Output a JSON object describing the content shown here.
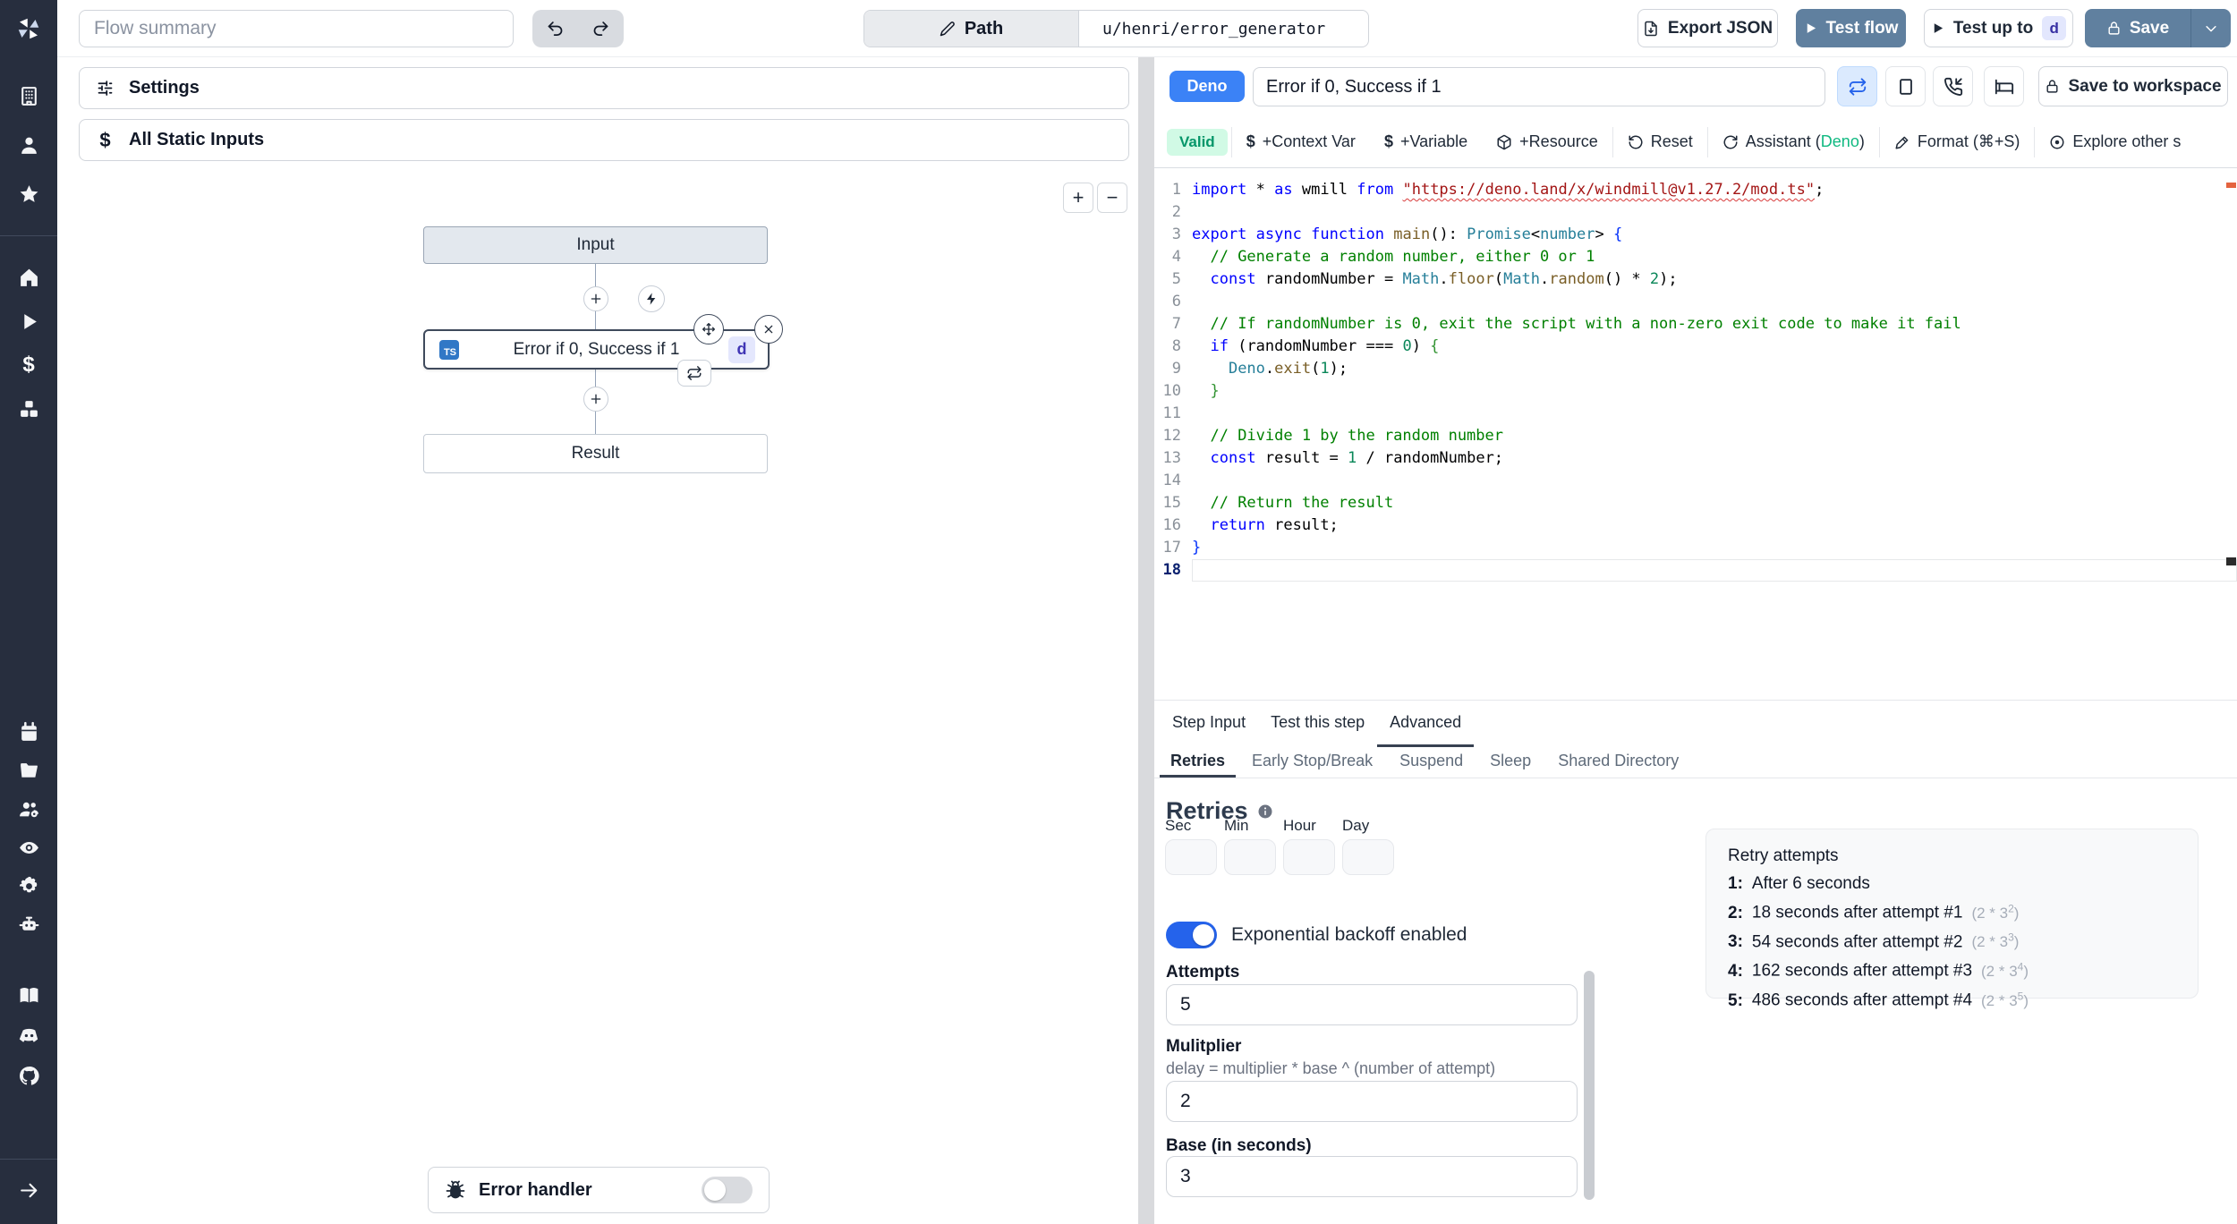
{
  "colors": {
    "sidebar_bg": "#272e3e",
    "primary_button": "#60809f",
    "deno_badge": "#3b82f6",
    "valid_bg": "#d1fae5",
    "valid_text": "#059669",
    "toggle_on": "#2563eb",
    "ts_badge": "#3178c6",
    "d_badge_bg": "#e3e7fd",
    "d_badge_text": "#3730a3",
    "assistant_lang_green": "#10b981"
  },
  "topbar": {
    "flow_summary_placeholder": "Flow summary",
    "path": {
      "label": "Path",
      "value": "u/henri/error_generator"
    },
    "buttons": {
      "export_json": "Export JSON",
      "test_flow": "Test flow",
      "test_up_to": "Test up to",
      "test_up_to_badge": "d",
      "save": "Save"
    }
  },
  "sidebar": {
    "groups": [
      [
        "building-icon",
        "user-icon",
        "star-icon"
      ],
      [
        "home-icon",
        "play-icon",
        "dollar-icon",
        "cubes-icon"
      ],
      [
        "calendar-icon",
        "folder-icon",
        "user-group-icon",
        "eye-icon",
        "gear-icon",
        "robot-icon"
      ],
      [
        "book-icon",
        "discord-icon",
        "github-icon"
      ]
    ],
    "expand_icon": "arrow-right-icon"
  },
  "flow_panel": {
    "settings_label": "Settings",
    "static_inputs_label": "All Static Inputs",
    "zoom_in": "+",
    "zoom_out": "−",
    "nodes": {
      "input": "Input",
      "step_lang_badge": "TS",
      "step_label": "Error if 0, Success if 1",
      "step_suffix_badge": "d",
      "result": "Result"
    },
    "error_handler_label": "Error handler"
  },
  "editor": {
    "lang_badge": "Deno",
    "step_name": "Error if 0, Success if 1",
    "save_to_workspace": "Save to workspace",
    "toolbar": {
      "valid": "Valid",
      "items": [
        {
          "icon": "dollar",
          "label": "+Context Var"
        },
        {
          "icon": "dollar",
          "label": "+Variable"
        },
        {
          "icon": "package-icon",
          "label": "+Resource"
        },
        {
          "icon": "reset-icon",
          "label": "Reset"
        },
        {
          "icon": "refresh-icon",
          "label": "Assistant (",
          "lang": "Deno",
          "close": ")"
        },
        {
          "icon": "brush-icon",
          "label": "Format (⌘+S)"
        },
        {
          "icon": "explore-icon",
          "label": "Explore other s"
        }
      ]
    },
    "code": {
      "active_line": 18,
      "lines": [
        [
          [
            "kw",
            "import"
          ],
          [
            "pl",
            " * "
          ],
          [
            "kw",
            "as"
          ],
          [
            "pl",
            " wmill "
          ],
          [
            "kw",
            "from"
          ],
          [
            "pl",
            " "
          ],
          [
            "se",
            "\"https://deno.land/x/windmill@v1.27.2/mod.ts\""
          ],
          [
            "pl",
            ";"
          ]
        ],
        [],
        [
          [
            "kw",
            "export"
          ],
          [
            "pl",
            " "
          ],
          [
            "kw",
            "async"
          ],
          [
            "pl",
            " "
          ],
          [
            "kw",
            "function"
          ],
          [
            "pl",
            " "
          ],
          [
            "fn",
            "main"
          ],
          [
            "pl",
            "(): "
          ],
          [
            "ty",
            "Promise"
          ],
          [
            "pl",
            "<"
          ],
          [
            "ty",
            "number"
          ],
          [
            "pl",
            "> "
          ],
          [
            "b1",
            "{"
          ]
        ],
        [
          [
            "pl",
            "  "
          ],
          [
            "co",
            "// Generate a random number, either 0 or 1"
          ]
        ],
        [
          [
            "pl",
            "  "
          ],
          [
            "kw",
            "const"
          ],
          [
            "pl",
            " randomNumber = "
          ],
          [
            "ty",
            "Math"
          ],
          [
            "pl",
            "."
          ],
          [
            "fn",
            "floor"
          ],
          [
            "pl",
            "("
          ],
          [
            "ty",
            "Math"
          ],
          [
            "pl",
            "."
          ],
          [
            "fn",
            "random"
          ],
          [
            "pl",
            "() * "
          ],
          [
            "nu",
            "2"
          ],
          [
            "pl",
            ");"
          ]
        ],
        [],
        [
          [
            "pl",
            "  "
          ],
          [
            "co",
            "// If randomNumber is 0, exit the script with a non-zero exit code to make it fail"
          ]
        ],
        [
          [
            "pl",
            "  "
          ],
          [
            "kw",
            "if"
          ],
          [
            "pl",
            " (randomNumber === "
          ],
          [
            "nu",
            "0"
          ],
          [
            "pl",
            ") "
          ],
          [
            "b2",
            "{"
          ]
        ],
        [
          [
            "pl",
            "    "
          ],
          [
            "ty",
            "Deno"
          ],
          [
            "pl",
            "."
          ],
          [
            "fn",
            "exit"
          ],
          [
            "pl",
            "("
          ],
          [
            "nu",
            "1"
          ],
          [
            "pl",
            ");"
          ]
        ],
        [
          [
            "pl",
            "  "
          ],
          [
            "b2",
            "}"
          ]
        ],
        [],
        [
          [
            "pl",
            "  "
          ],
          [
            "co",
            "// Divide 1 by the random number"
          ]
        ],
        [
          [
            "pl",
            "  "
          ],
          [
            "kw",
            "const"
          ],
          [
            "pl",
            " result = "
          ],
          [
            "nu",
            "1"
          ],
          [
            "pl",
            " / randomNumber;"
          ]
        ],
        [],
        [
          [
            "pl",
            "  "
          ],
          [
            "co",
            "// Return the result"
          ]
        ],
        [
          [
            "pl",
            "  "
          ],
          [
            "kw",
            "return"
          ],
          [
            "pl",
            " result;"
          ]
        ],
        [
          [
            "b1",
            "}"
          ]
        ],
        []
      ]
    }
  },
  "panel_tabs": {
    "tabs": [
      "Step Input",
      "Test this step",
      "Advanced"
    ],
    "active": 2,
    "sub_tabs": [
      "Retries",
      "Early Stop/Break",
      "Suspend",
      "Sleep",
      "Shared Directory"
    ],
    "sub_active": 0
  },
  "retries": {
    "title": "Retries",
    "time_labels": [
      "Sec",
      "Min",
      "Hour",
      "Day"
    ],
    "toggle_label": "Exponential backoff enabled",
    "toggle_enabled": true,
    "attempts_label": "Attempts",
    "attempts_value": "5",
    "multiplier_label": "Mulitplier",
    "multiplier_desc": "delay = multiplier * base ^ (number of attempt)",
    "multiplier_value": "2",
    "base_label": "Base (in seconds)",
    "base_value": "3"
  },
  "retry_attempts": {
    "title": "Retry attempts",
    "items": [
      {
        "n": "1:",
        "text": "After 6 seconds"
      },
      {
        "n": "2:",
        "text": "18 seconds after attempt #1",
        "formula": "(2 * 3",
        "exp": "2",
        "close": ")"
      },
      {
        "n": "3:",
        "text": "54 seconds after attempt #2",
        "formula": "(2 * 3",
        "exp": "3",
        "close": ")"
      },
      {
        "n": "4:",
        "text": "162 seconds after attempt #3",
        "formula": "(2 * 3",
        "exp": "4",
        "close": ")"
      },
      {
        "n": "5:",
        "text": "486 seconds after attempt #4",
        "formula": "(2 * 3",
        "exp": "5",
        "close": ")"
      }
    ]
  }
}
